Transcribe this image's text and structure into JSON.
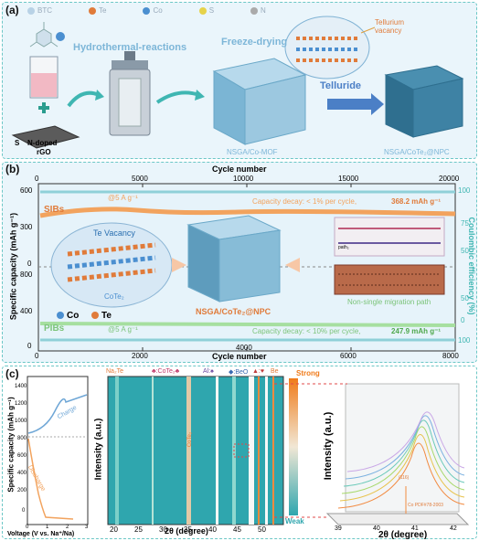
{
  "panel_a": {
    "label": "(a)",
    "legend": [
      {
        "name": "BTC",
        "color": "#b8d2e6"
      },
      {
        "name": "Te",
        "color": "#e07b3a"
      },
      {
        "name": "Co",
        "color": "#4b8fd0"
      },
      {
        "name": "S",
        "color": "#e6d34a"
      },
      {
        "name": "N",
        "color": "#aaaaaa"
      }
    ],
    "step1": "Hydrothermal-reactions",
    "step2": "Freeze-drying",
    "step3": "Telluride",
    "vacancy_label": "Tellurium vacancy",
    "substrate_s": "S",
    "substrate_n": "N-doped",
    "substrate_rgo": "rGO",
    "product1": "NSGA/Co-MOF",
    "product2": "NSGA/CoTe₂@NPC"
  },
  "panel_b": {
    "label": "(b)",
    "top_axis_title": "Cycle number",
    "top_ticks": [
      "0",
      "5000",
      "10000",
      "15000",
      "20000"
    ],
    "bottom_axis_title": "Cycle number",
    "bottom_ticks": [
      "0",
      "2000",
      "4000",
      "6000",
      "8000"
    ],
    "ylabel": "Specific capacity (mAh g⁻¹)",
    "yticks_top": [
      "600",
      "300",
      "0"
    ],
    "yticks_bottom": [
      "800",
      "400",
      "0"
    ],
    "y2label": "Coulombic efficiency (%)",
    "y2ticks_top": [
      "100",
      "75",
      "50"
    ],
    "y2ticks_bottom": [
      "50",
      "0",
      "100"
    ],
    "sibs": "SIBs",
    "sibs_rate": "@5 A g⁻¹",
    "sibs_decay": "Capacity decay: < 1% per cycle,",
    "sibs_cap": "368.2 mAh g⁻¹",
    "pibs": "PIBs",
    "pibs_rate": "@5 A g⁻¹",
    "pibs_decay": "Capacity decay: < 10% per cycle,",
    "pibs_cap": "247.9 mAh g⁻¹",
    "te_vacancy": "Te Vacancy",
    "cote2": "CoTe₂",
    "co": "Co",
    "te": "Te",
    "center_label": "NSGA/CoTe₂@NPC",
    "migration": "Non-single migration path",
    "path_label": "path₂"
  },
  "panel_c": {
    "label": "(c)",
    "ylabel": "Specific capacity (mAh g⁻¹)",
    "yticks": [
      "1400",
      "1200",
      "1000",
      "800",
      "600",
      "400",
      "200",
      "0"
    ],
    "xticks": [
      "0",
      "1",
      "2",
      "3"
    ],
    "xlabel": "Voltage (V vs. Na⁺/Na)",
    "charge": "Charge",
    "discharge": "Discharge",
    "heat_ylabel": "Intensity (a.u.)",
    "heat_xticks": [
      "20",
      "25",
      "30",
      "35",
      "40",
      "45",
      "50"
    ],
    "heat_xlabel": "2θ (degree)",
    "phases": [
      "Na₂Te",
      "♣:CoTe₂♣",
      "Al:♠",
      "◆:BeO",
      "▲:♥",
      "Be"
    ],
    "strong": "Strong",
    "weak": "Weak",
    "inset_label": "CoTe₂",
    "d3_ylabel": "Intensity (a.u.)",
    "d3_xticks": [
      "39",
      "40",
      "41",
      "42"
    ],
    "d3_xlabel": "2θ (degree)",
    "d3_peak": "(116)",
    "d3_ref": "Co PDF#78-2003"
  }
}
